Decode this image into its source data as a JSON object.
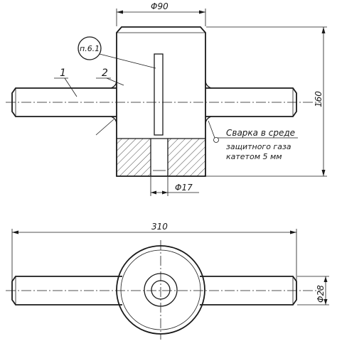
{
  "drawing": {
    "dimensions": {
      "top_width": "Φ90",
      "height": "160",
      "hole": "Φ17",
      "overall_length": "310",
      "handle_diameter": "Φ28"
    },
    "callouts": {
      "ref": "п.6.1",
      "part1": "1",
      "part2": "2"
    },
    "note": {
      "line1": "Сварка в среде",
      "line2": "защитного газа",
      "line3": "катетом  5 мм"
    }
  }
}
